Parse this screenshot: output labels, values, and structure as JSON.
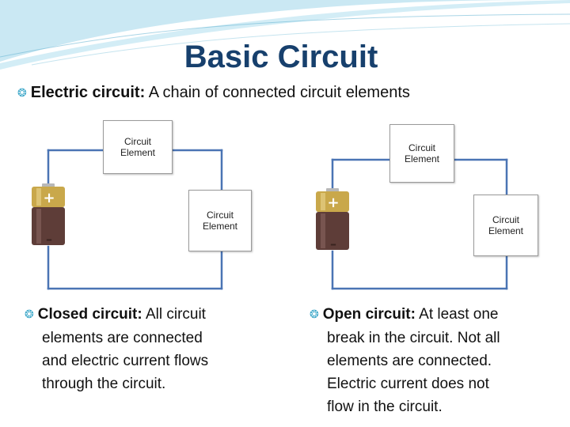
{
  "slide": {
    "title": "Basic Circuit",
    "lead": {
      "term": "Electric circuit:",
      "text": "A chain of connected circuit elements"
    },
    "bullet_icon": "bullet-swirl-icon",
    "colors": {
      "title": "#17406d",
      "wire": "#4a74b4",
      "bullet": "#3aa6c8",
      "battery_top": "#c9a84b",
      "battery_body": "#5e3d38"
    }
  },
  "closed_circuit": {
    "elements": [
      {
        "line1": "Circuit",
        "line2": "Element"
      },
      {
        "line1": "Circuit",
        "line2": "Element"
      }
    ],
    "battery": {
      "plus": "+",
      "minus": "–"
    },
    "caption": {
      "term": "Closed circuit:",
      "first_line": "All circuit",
      "lines": [
        "elements are connected",
        "and electric current flows",
        "through the circuit."
      ]
    }
  },
  "open_circuit": {
    "elements": [
      {
        "line1": "Circuit",
        "line2": "Element"
      },
      {
        "line1": "Circuit",
        "line2": "Element"
      }
    ],
    "battery": {
      "plus": "+",
      "minus": "–"
    },
    "caption": {
      "term": "Open circuit:",
      "first_line": "At least one",
      "lines": [
        "break in the circuit. Not all",
        "elements are connected.",
        "Electric current does not",
        "flow in the circuit."
      ]
    }
  }
}
